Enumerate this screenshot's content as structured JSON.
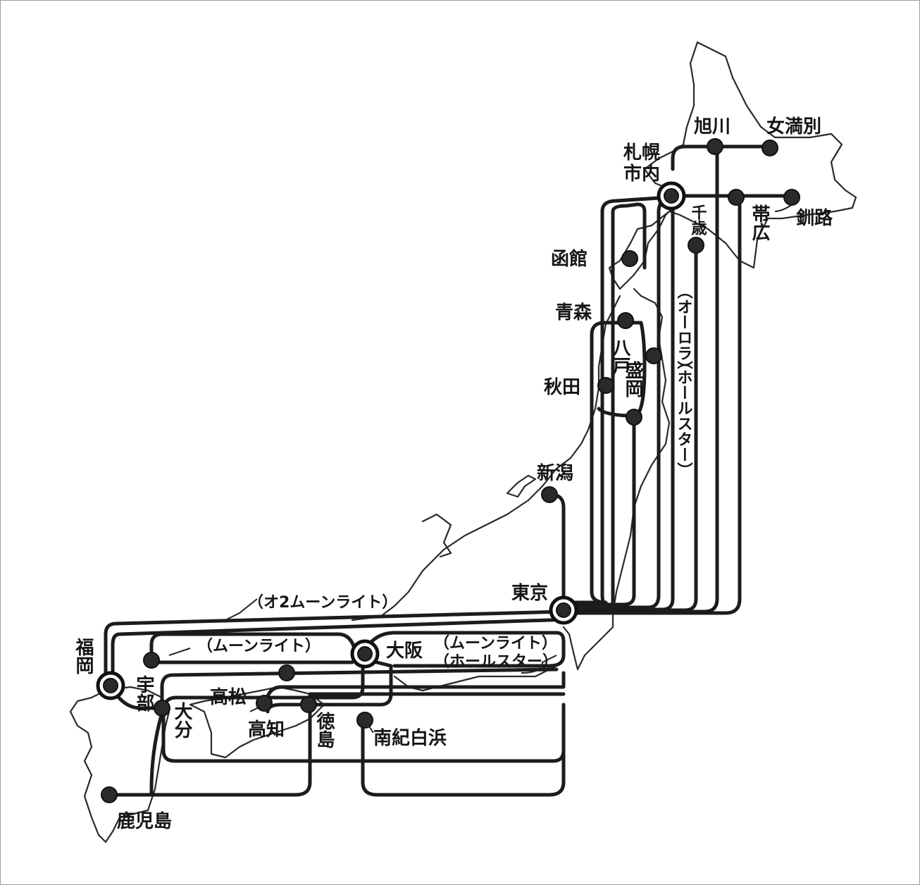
{
  "map": {
    "cities": {
      "asahikawa": "旭川",
      "memanbetsu": "女満別",
      "sapporo_line1": "札幌",
      "sapporo_line2": "市内",
      "chitose": "千歳",
      "obihiro": "帯広",
      "kushiro": "釧路",
      "hakodate": "函館",
      "aomori": "青森",
      "hachinohe": "八戸",
      "morioka": "盛岡",
      "akita": "秋田",
      "niigata": "新潟",
      "tokyo": "東京",
      "osaka": "大阪",
      "fukuoka": "福岡",
      "ube": "宇部",
      "oita": "大分",
      "takamatsu": "高松",
      "kochi": "高知",
      "tokushima": "徳島",
      "nanki_shirahama": "南紀白浜",
      "kagoshima": "鹿児島"
    },
    "routes": {
      "aurora": "（オーロラ）",
      "polestar_north": "（ホールスター）",
      "moonlight2": "（オ2ムーンライト）",
      "moonlight": "（ムーンライト）",
      "moonlight_east": "（ムーンライト）",
      "polestar_east": "（ホールスター）"
    },
    "colors": {
      "line": "#1c1c1c",
      "background": "#ffffff"
    }
  }
}
